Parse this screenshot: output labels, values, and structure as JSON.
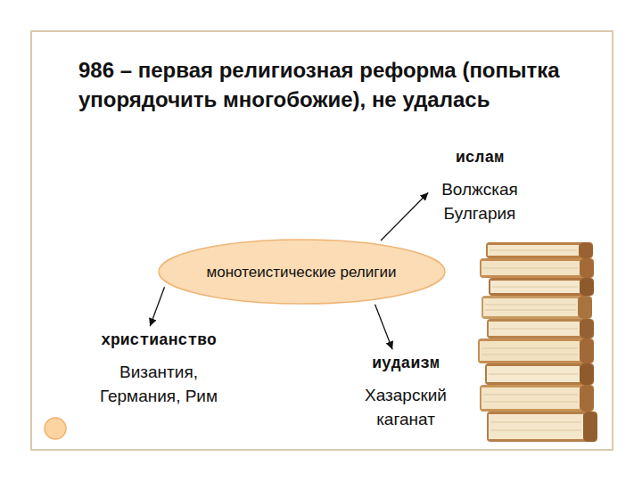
{
  "diagram": {
    "title": "986 – первая религиозная реформа (попытка упорядочить многобожие), не удалась",
    "nodes": [
      {
        "text": [
          "ислам",
          "Волжская Булгария"
        ]
      },
      {
        "text": [
          "монотеистические религии"
        ]
      },
      {
        "text": [
          "христианство",
          "Византия, Германия, Рим"
        ]
      },
      {
        "text": [
          "иудаизм",
          "Хазарский каганат"
        ]
      }
    ],
    "edges": [
      {
        "from": 1,
        "to": 0,
        "arrow": "to"
      },
      {
        "from": 1,
        "to": 2,
        "arrow": "to"
      },
      {
        "from": 1,
        "to": 3,
        "arrow": "to"
      }
    ]
  }
}
